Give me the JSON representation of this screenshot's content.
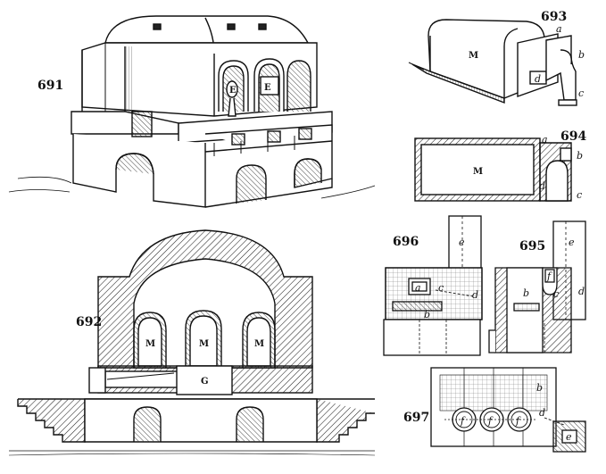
{
  "figures": {
    "f691": {
      "number": "691",
      "letters": [
        "E",
        "E"
      ]
    },
    "f692": {
      "number": "692",
      "letters": [
        "M",
        "M",
        "M",
        "G"
      ]
    },
    "f693": {
      "number": "693",
      "letters": [
        "M",
        "a",
        "b",
        "d",
        "c"
      ]
    },
    "f694": {
      "number": "694",
      "letters": [
        "a",
        "b",
        "M",
        "d",
        "c"
      ]
    },
    "f695": {
      "number": "695",
      "letters": [
        "e",
        "f",
        "b",
        "c",
        "d"
      ]
    },
    "f696": {
      "number": "696",
      "letters": [
        "e",
        "a",
        "c",
        "d",
        "b"
      ]
    },
    "f697": {
      "number": "697",
      "letters": [
        "b",
        "f",
        "f",
        "f",
        "d",
        "e"
      ]
    }
  },
  "colors": {
    "ink": "#111111",
    "paper": "#ffffff"
  }
}
